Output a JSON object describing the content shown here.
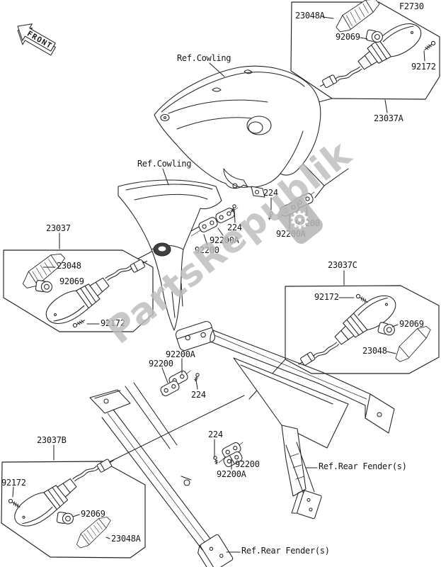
{
  "diagram": {
    "code": "F2730",
    "front_marker": "FRONT",
    "watermark": "PartsRepublik",
    "gear_icon": "⚙",
    "refs": {
      "cowling": "Ref.Cowling",
      "rear_fender": "Ref.Rear Fender(s)"
    },
    "parts": {
      "n23037": "23037",
      "n23037A": "23037A",
      "n23037B": "23037B",
      "n23037C": "23037C",
      "n23048": "23048",
      "n23048A": "23048A",
      "n92069": "92069",
      "n92172": "92172",
      "n92200": "92200",
      "n92200A": "92200A",
      "n224": "224"
    }
  }
}
